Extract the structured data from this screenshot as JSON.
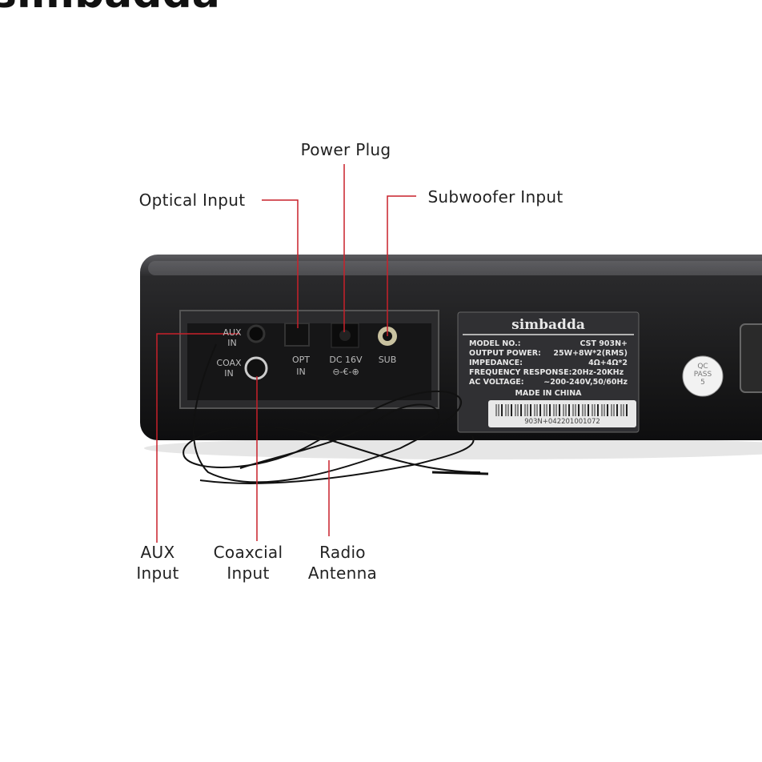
{
  "brand": "simbadda",
  "callouts": {
    "optical": "Optical Input",
    "power": "Power Plug",
    "subwoofer": "Subwoofer Input",
    "aux": [
      "AUX",
      "Input"
    ],
    "coaxial": [
      "Coaxcial",
      "Input"
    ],
    "radio": [
      "Radio",
      "Antenna"
    ]
  },
  "ports": {
    "aux": [
      "AUX",
      "IN"
    ],
    "coax": [
      "COAX",
      "IN"
    ],
    "opt": [
      "OPT",
      "IN"
    ],
    "dc": "DC 16V",
    "sub": "SUB"
  },
  "spec_label": {
    "rows": [
      [
        "MODEL NO.:",
        "CST 903N+"
      ],
      [
        "OUTPUT POWER:",
        "25W+8W*2(RMS)"
      ],
      [
        "IMPEDANCE:",
        "4Ω+4Ω*2"
      ],
      [
        "FREQUENCY RESPONSE:20Hz-20KHz",
        ""
      ],
      [
        "AC VOLTAGE:",
        "~200-240V,50/60Hz"
      ]
    ],
    "origin": "MADE IN CHINA",
    "serial": "903N+042201001072"
  },
  "qc_sticker": [
    "QC",
    "PASS",
    "5"
  ],
  "colors": {
    "callout_line": "#c8202a",
    "body": "#1c1c1e",
    "text": "#222222"
  }
}
